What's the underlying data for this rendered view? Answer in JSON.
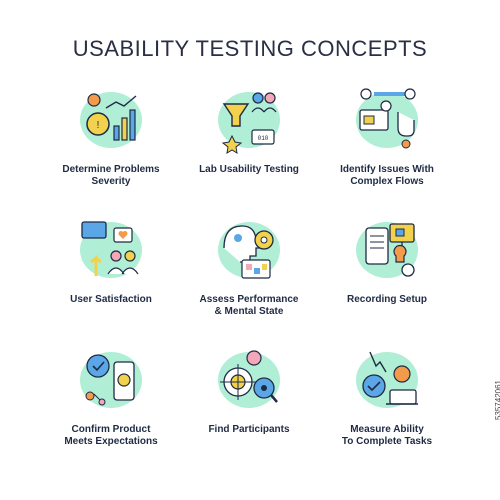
{
  "title": "USABILITY TESTING CONCEPTS",
  "concepts": [
    {
      "icon": "severity-gear-chart-icon",
      "label_line1": "Determine Problems",
      "label_line2": "Severity"
    },
    {
      "icon": "lab-funnel-people-icon",
      "label_line1": "Lab Usability Testing",
      "label_line2": ""
    },
    {
      "icon": "complex-flow-icon",
      "label_line1": "Identify Issues With",
      "label_line2": "Complex Flows"
    },
    {
      "icon": "user-satisfaction-icon",
      "label_line1": "User Satisfaction",
      "label_line2": ""
    },
    {
      "icon": "performance-mental-state-icon",
      "label_line1": "Assess Performance",
      "label_line2": "& Mental State"
    },
    {
      "icon": "recording-setup-icon",
      "label_line1": "Recording Setup",
      "label_line2": ""
    },
    {
      "icon": "confirm-product-icon",
      "label_line1": "Confirm Product",
      "label_line2": "Meets Expectations"
    },
    {
      "icon": "find-participants-icon",
      "label_line1": "Find Participants",
      "label_line2": ""
    },
    {
      "icon": "measure-ability-icon",
      "label_line1": "Measure Ability",
      "label_line2": "To Complete Tasks"
    }
  ],
  "colors": {
    "blob": "#a7ecd2",
    "outline": "#1f2a44",
    "blue": "#5aa6e6",
    "yellow": "#f2d14c",
    "orange": "#f39a4b",
    "pink": "#f4a7b9"
  },
  "watermark": "535742061"
}
